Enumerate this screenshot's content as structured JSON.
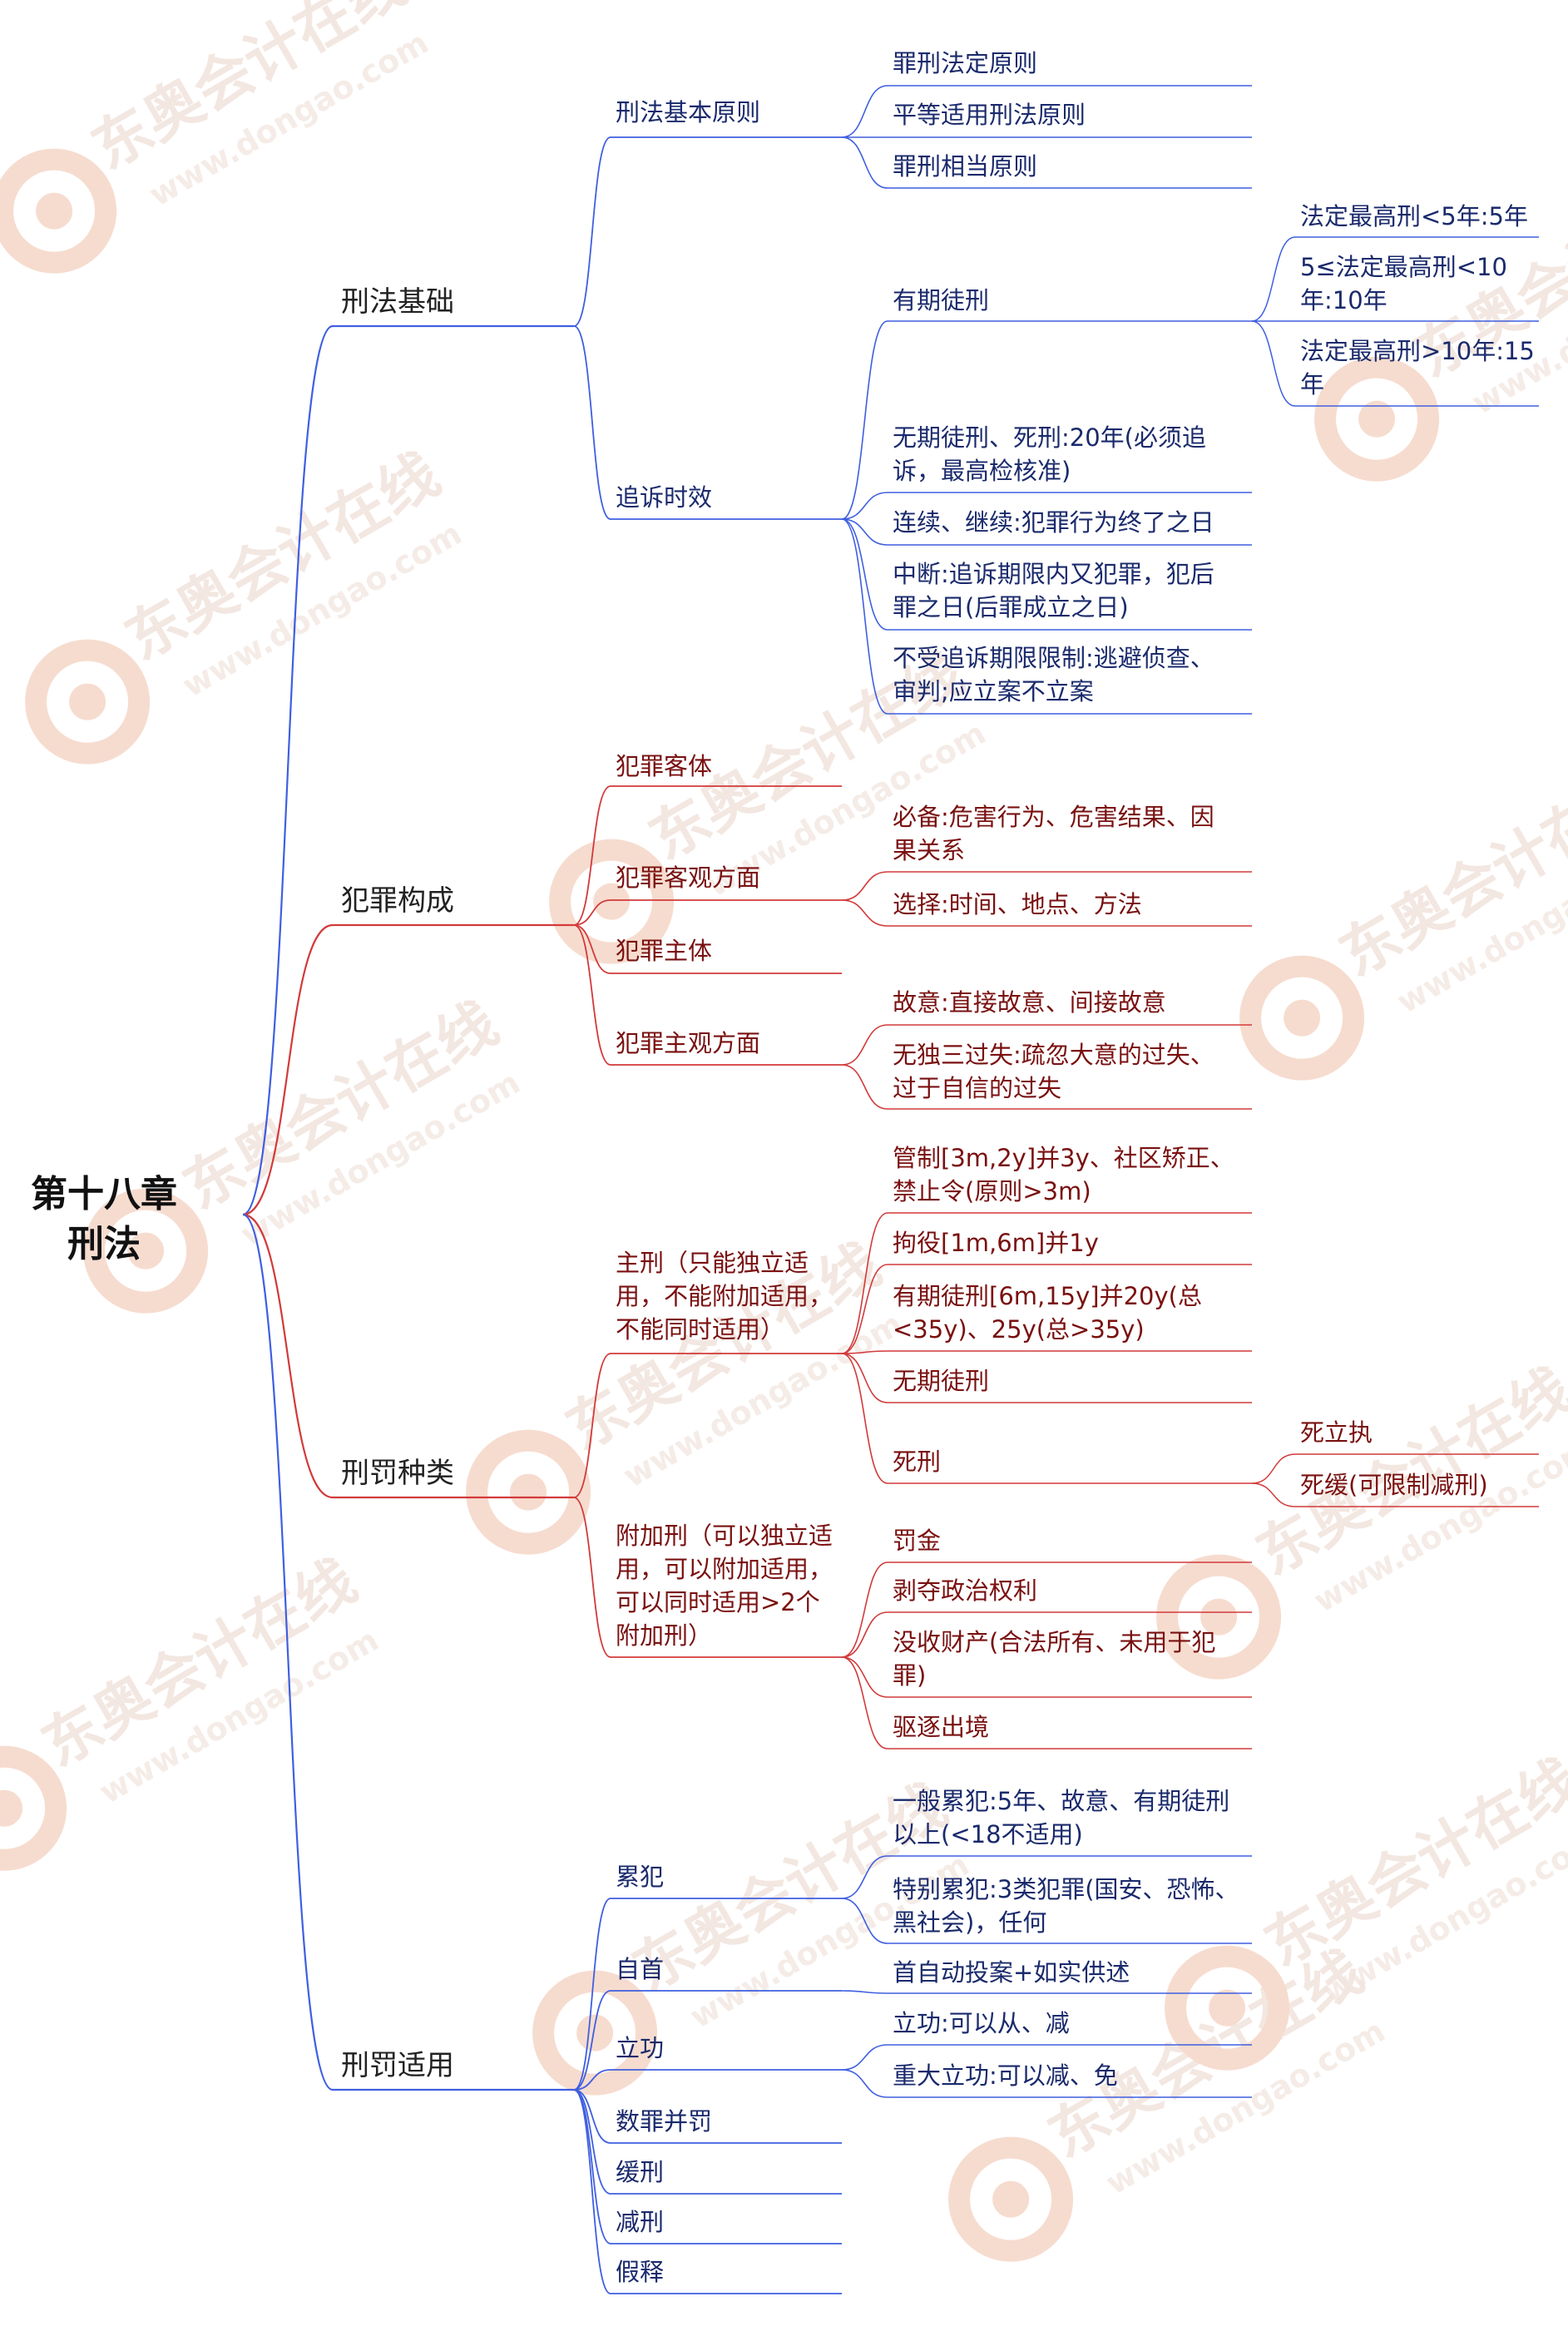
{
  "root": {
    "line1": "第十八章",
    "line2": "刑法"
  },
  "colors": {
    "blue_branch": "#3f5fe0",
    "red_branch": "#d23a3a",
    "blue_text": "#1a2a6c",
    "red_text": "#7a1010",
    "watermark": "#f3e2da"
  },
  "watermark": {
    "brand": "东奥会计在线",
    "url": "www.dongao.com"
  },
  "branches": [
    {
      "id": "b1",
      "label": "刑法基础",
      "color": "blue",
      "children": [
        {
          "id": "b1c1",
          "label": [
            "刑法基本原则"
          ],
          "children": [
            {
              "id": "b1c1a",
              "label": [
                "罪刑法定原则"
              ]
            },
            {
              "id": "b1c1b",
              "label": [
                "平等适用刑法原则"
              ]
            },
            {
              "id": "b1c1c",
              "label": [
                "罪刑相当原则"
              ]
            }
          ]
        },
        {
          "id": "b1c2",
          "label": [
            "追诉时效"
          ],
          "children": [
            {
              "id": "b1c2a",
              "label": [
                "有期徒刑"
              ],
              "children": [
                {
                  "id": "b1c2a1",
                  "label": [
                    "法定最高刑<5年:5年"
                  ]
                },
                {
                  "id": "b1c2a2",
                  "label": [
                    "5≤法定最高刑<10",
                    "年:10年"
                  ]
                },
                {
                  "id": "b1c2a3",
                  "label": [
                    "法定最高刑>10年:15",
                    "年"
                  ]
                }
              ]
            },
            {
              "id": "b1c2b",
              "label": [
                "无期徒刑、死刑:20年(必须追",
                "诉，最高检核准)"
              ]
            },
            {
              "id": "b1c2c",
              "label": [
                "连续、继续:犯罪行为终了之日"
              ]
            },
            {
              "id": "b1c2d",
              "label": [
                "中断:追诉期限内又犯罪，犯后",
                "罪之日(后罪成立之日)"
              ]
            },
            {
              "id": "b1c2e",
              "label": [
                "不受追诉期限限制:逃避侦查、",
                "审判;应立案不立案"
              ]
            }
          ]
        }
      ]
    },
    {
      "id": "b2",
      "label": "犯罪构成",
      "color": "red",
      "children": [
        {
          "id": "b2c1",
          "label": [
            "犯罪客体"
          ]
        },
        {
          "id": "b2c2",
          "label": [
            "犯罪客观方面"
          ],
          "children": [
            {
              "id": "b2c2a",
              "label": [
                "必备:危害行为、危害结果、因",
                "果关系"
              ]
            },
            {
              "id": "b2c2b",
              "label": [
                "选择:时间、地点、方法"
              ]
            }
          ]
        },
        {
          "id": "b2c3",
          "label": [
            "犯罪主体"
          ]
        },
        {
          "id": "b2c4",
          "label": [
            "犯罪主观方面"
          ],
          "children": [
            {
              "id": "b2c4a",
              "label": [
                "故意:直接故意、间接故意"
              ]
            },
            {
              "id": "b2c4b",
              "label": [
                "无独三过失:疏忽大意的过失、",
                "过于自信的过失"
              ]
            }
          ]
        }
      ]
    },
    {
      "id": "b3",
      "label": "刑罚种类",
      "color": "red",
      "children": [
        {
          "id": "b3c1",
          "label": [
            "主刑（只能独立适",
            "用，不能附加适用，",
            "不能同时适用）"
          ],
          "children": [
            {
              "id": "b3c1a",
              "label": [
                "管制[3m,2y]并3y、社区矫正、",
                "禁止令(原则>3m)"
              ]
            },
            {
              "id": "b3c1b",
              "label": [
                "拘役[1m,6m]并1y"
              ]
            },
            {
              "id": "b3c1c",
              "label": [
                "有期徒刑[6m,15y]并20y(总",
                "<35y)、25y(总>35y)"
              ]
            },
            {
              "id": "b3c1d",
              "label": [
                "无期徒刑"
              ]
            },
            {
              "id": "b3c1e",
              "label": [
                "死刑"
              ],
              "children": [
                {
                  "id": "b3c1e1",
                  "label": [
                    "死立执"
                  ]
                },
                {
                  "id": "b3c1e2",
                  "label": [
                    "死缓(可限制减刑)"
                  ]
                }
              ]
            }
          ]
        },
        {
          "id": "b3c2",
          "label": [
            "附加刑（可以独立适",
            "用，可以附加适用，",
            "可以同时适用>2个",
            "附加刑）"
          ],
          "children": [
            {
              "id": "b3c2a",
              "label": [
                "罚金"
              ]
            },
            {
              "id": "b3c2b",
              "label": [
                "剥夺政治权利"
              ]
            },
            {
              "id": "b3c2c",
              "label": [
                "没收财产(合法所有、未用于犯",
                "罪)"
              ]
            },
            {
              "id": "b3c2d",
              "label": [
                "驱逐出境"
              ]
            }
          ]
        }
      ]
    },
    {
      "id": "b4",
      "label": "刑罚适用",
      "color": "blue",
      "children": [
        {
          "id": "b4c1",
          "label": [
            "累犯"
          ],
          "children": [
            {
              "id": "b4c1a",
              "label": [
                "一般累犯:5年、故意、有期徒刑",
                "以上(<18不适用)"
              ]
            },
            {
              "id": "b4c1b",
              "label": [
                "特别累犯:3类犯罪(国安、恐怖、",
                "黑社会)，任何"
              ]
            }
          ]
        },
        {
          "id": "b4c2",
          "label": [
            "自首"
          ],
          "children": [
            {
              "id": "b4c2a",
              "label": [
                "首自动投案+如实供述"
              ]
            }
          ]
        },
        {
          "id": "b4c3",
          "label": [
            "立功"
          ],
          "children": [
            {
              "id": "b4c3a",
              "label": [
                "立功:可以从、减"
              ]
            },
            {
              "id": "b4c3b",
              "label": [
                "重大立功:可以减、免"
              ]
            }
          ]
        },
        {
          "id": "b4c4",
          "label": [
            "数罪并罚"
          ]
        },
        {
          "id": "b4c5",
          "label": [
            "缓刑"
          ]
        },
        {
          "id": "b4c6",
          "label": [
            "减刑"
          ]
        },
        {
          "id": "b4c7",
          "label": [
            "假释"
          ]
        }
      ]
    }
  ]
}
